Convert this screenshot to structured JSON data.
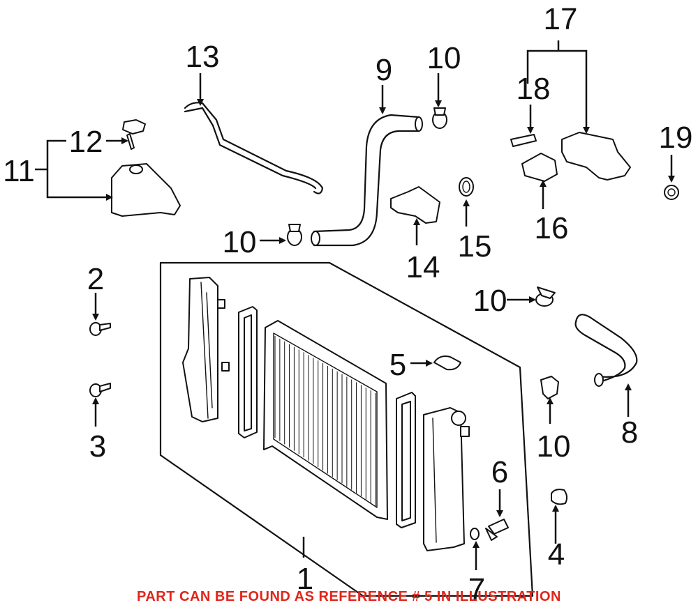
{
  "callouts": {
    "c1": "1",
    "c2": "2",
    "c3": "3",
    "c4": "4",
    "c5": "5",
    "c6": "6",
    "c7": "7",
    "c8": "8",
    "c9": "9",
    "c10a": "10",
    "c10b": "10",
    "c10c": "10",
    "c10d": "10",
    "c11": "11",
    "c12": "12",
    "c13": "13",
    "c14": "14",
    "c15": "15",
    "c16": "16",
    "c17": "17",
    "c18": "18",
    "c19": "19"
  },
  "footer_note": "PART CAN BE FOUND AS REFERENCE # 5 IN ILLUSTRATION",
  "colors": {
    "note": "#e0261b",
    "line": "#111111",
    "background": "#ffffff"
  }
}
